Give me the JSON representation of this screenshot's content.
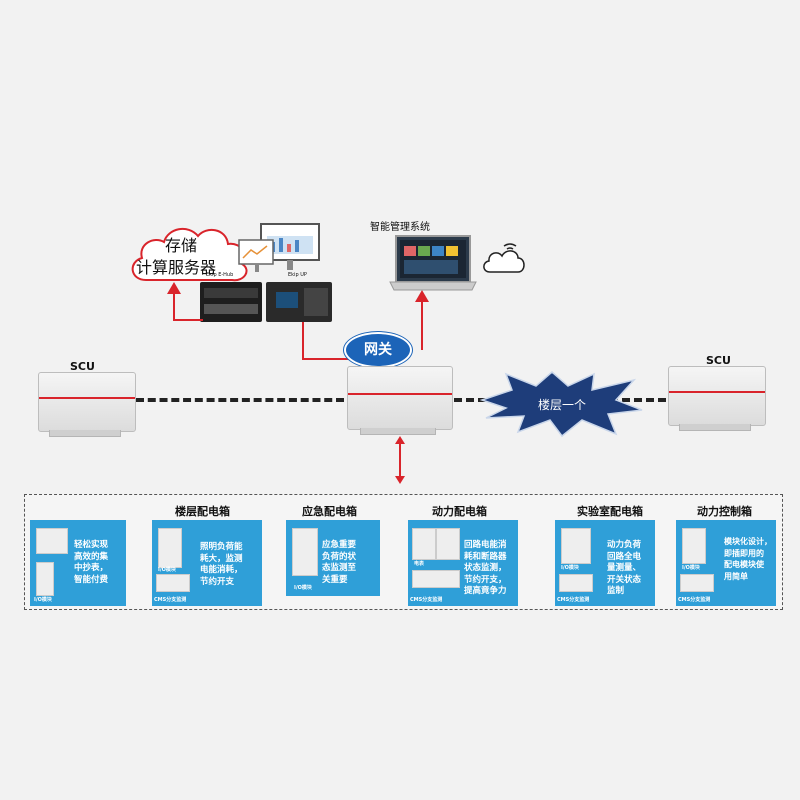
{
  "cloud_server": {
    "line1": "存储",
    "line2": "计算服务器"
  },
  "hw_labels": {
    "ehub": "Ekip E-Hub",
    "eup": "Ekip UP"
  },
  "smart_system": {
    "title": "智能管理系统"
  },
  "gateway": {
    "label": "网关"
  },
  "scu_left": {
    "label": "SCU"
  },
  "scu_right": {
    "label": "SCU"
  },
  "floor_burst": {
    "label": "楼层一个"
  },
  "panels": [
    {
      "title": "",
      "text": "轻松实现\n高效的集\n中抄表，\n智能付费",
      "cap1": "I/O模块",
      "cap2": ""
    },
    {
      "title": "楼层配电箱",
      "text": "照明负荷能\n耗大，监测\n电能消耗，\n节约开支",
      "cap1": "I/O模块",
      "cap2": "CMS分支监测"
    },
    {
      "title": "应急配电箱",
      "text": "应急重要\n负荷的状\n态监测至\n关重要",
      "cap1": "I/O模块",
      "cap2": ""
    },
    {
      "title": "动力配电箱",
      "text": "回路电能消\n耗和断路器\n状态监测，\n节约开支，\n提高竟争力",
      "cap1": "电表",
      "cap2": "CMS分支监测"
    },
    {
      "title": "实验室配电箱",
      "text": "动力负荷\n回路全电\n量测量、\n开关状态\n监制",
      "cap1": "I/O模块",
      "cap2": "CMS分支监测"
    },
    {
      "title": "动力控制箱",
      "text": "模块化设计，\n即插即用的\n配电模块使\n用简单",
      "cap1": "I/O模块",
      "cap2": "CMS分支监测"
    }
  ],
  "icons": {
    "cloud": "cloud-icon",
    "wifi": "wifi-cloud-icon",
    "laptop": "laptop-icon",
    "monitor": "monitor-icon"
  }
}
